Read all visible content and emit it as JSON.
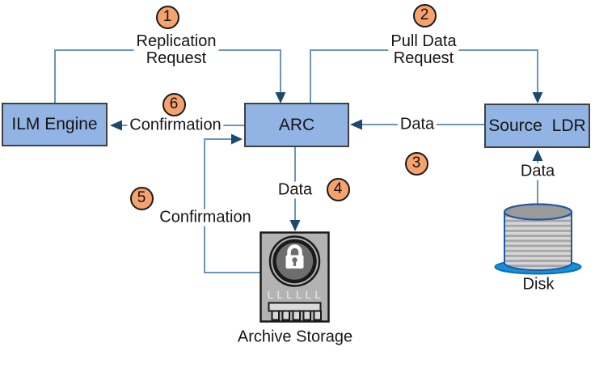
{
  "diagram": {
    "nodes": {
      "ilm_engine": {
        "label": "ILM Engine"
      },
      "arc": {
        "label": "ARC"
      },
      "source_ldr": {
        "label": "Source LDR"
      }
    },
    "steps": [
      {
        "num": "1",
        "label": "Replication Request",
        "lines": [
          "Replication",
          "Request"
        ]
      },
      {
        "num": "2",
        "label": "Pull Data Request",
        "lines": [
          "Pull Data",
          "Request"
        ]
      },
      {
        "num": "3",
        "label": "Data"
      },
      {
        "num": "4",
        "label": "Data"
      },
      {
        "num": "5",
        "label": "Confirmation"
      },
      {
        "num": "6",
        "label": "Confirmation"
      }
    ],
    "labels": {
      "disk_to_source": "Data"
    },
    "captions": {
      "archive_storage": "Archive Storage",
      "disk": "Disk"
    },
    "archive_icon": {
      "grill_text": "LLLLLL"
    },
    "colors": {
      "node_fill": "#92b4e4",
      "node_border": "#404040",
      "connector_line": "#6d94bb",
      "arrowhead": "#1c4a6e",
      "badge_fill": "#f6a26e",
      "badge_border": "#1a1a1a",
      "icon_gray": "#b3b3b3",
      "icon_dark_gray": "#6e6e6e",
      "disk_stripe_light": "#d7d7d7",
      "disk_stripe_dark": "#a5a5a5",
      "disk_outline_blue": "#2257a5",
      "disk_base_blue": "#1591dc"
    }
  }
}
